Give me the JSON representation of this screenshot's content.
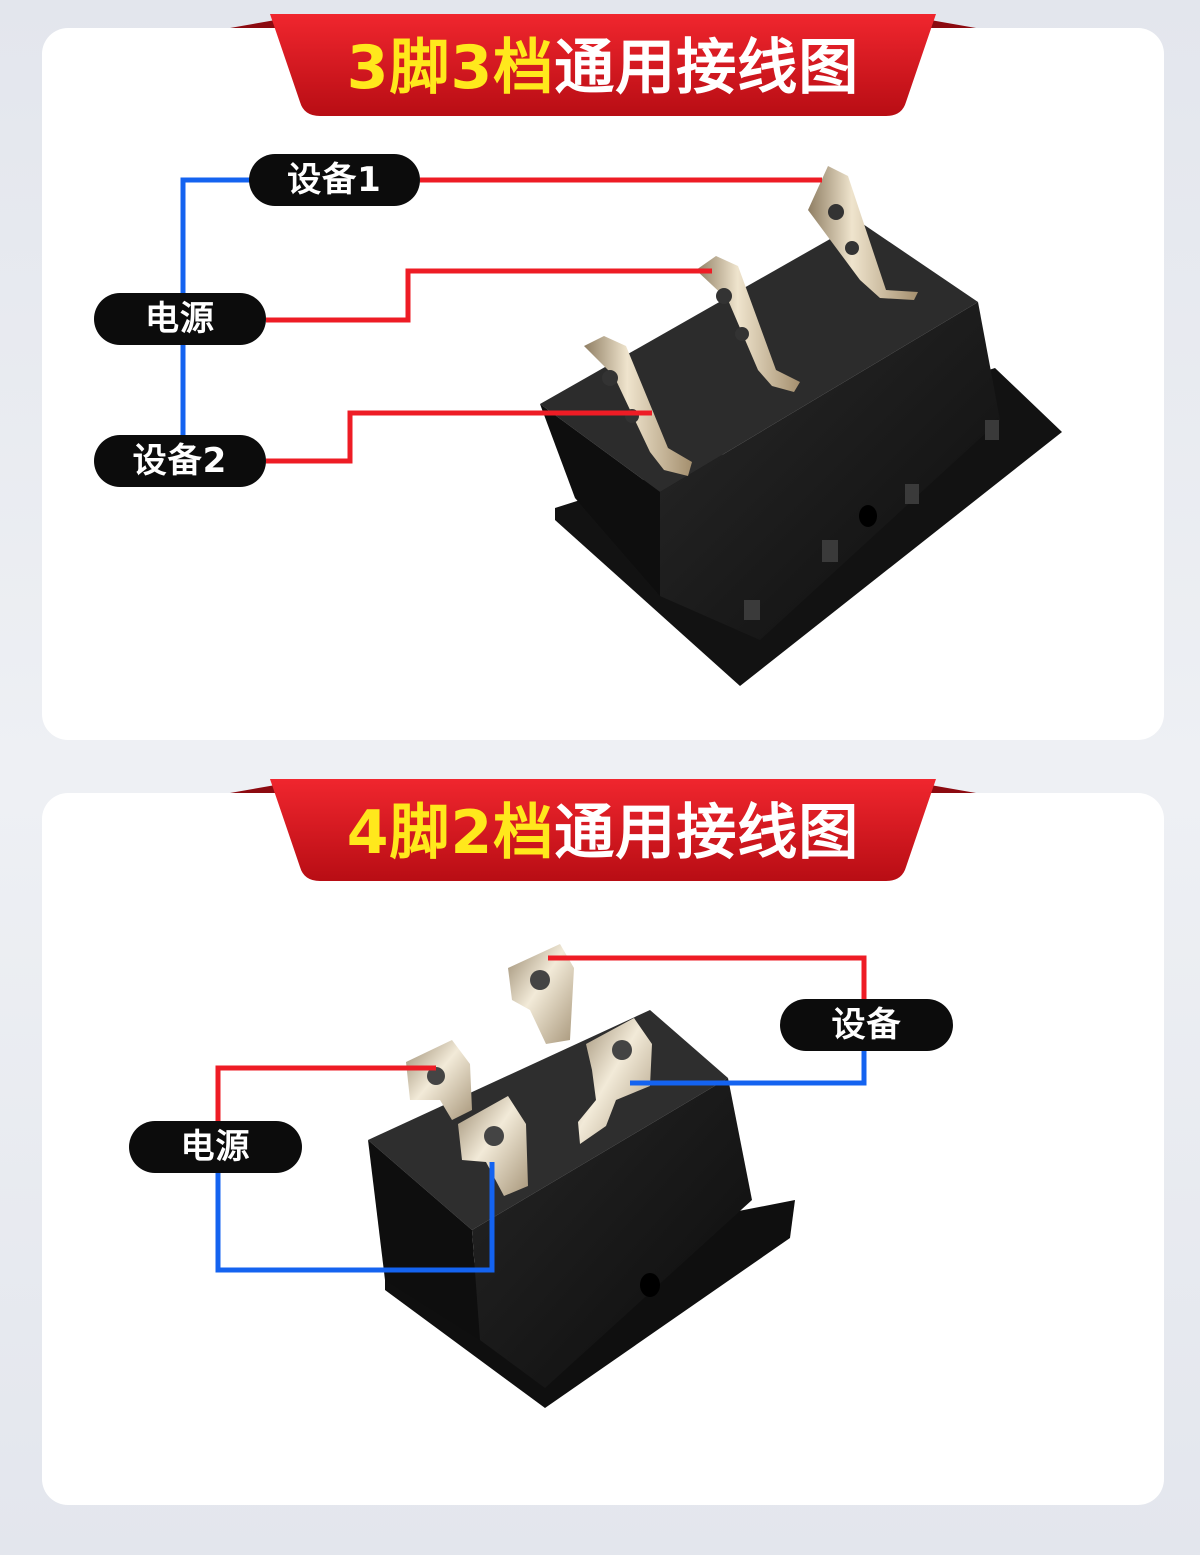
{
  "sections": [
    {
      "title_highlight": "3脚3档",
      "title_rest": "通用接线图",
      "labels": {
        "device1": "设备1",
        "power": "电源",
        "device2": "设备2"
      }
    },
    {
      "title_highlight": "4脚2档",
      "title_rest": "通用接线图",
      "labels": {
        "device": "设备",
        "power": "电源"
      }
    }
  ],
  "colors": {
    "banner_red": "#d7121b",
    "banner_dark_red": "#8c0a10",
    "title_yellow": "#ffe81c",
    "wire_red": "#ee1c25",
    "wire_blue": "#1463f0",
    "pill_black": "#0c0c0c",
    "switch_body": "#151515",
    "terminal_metal": "#c9b79a"
  }
}
